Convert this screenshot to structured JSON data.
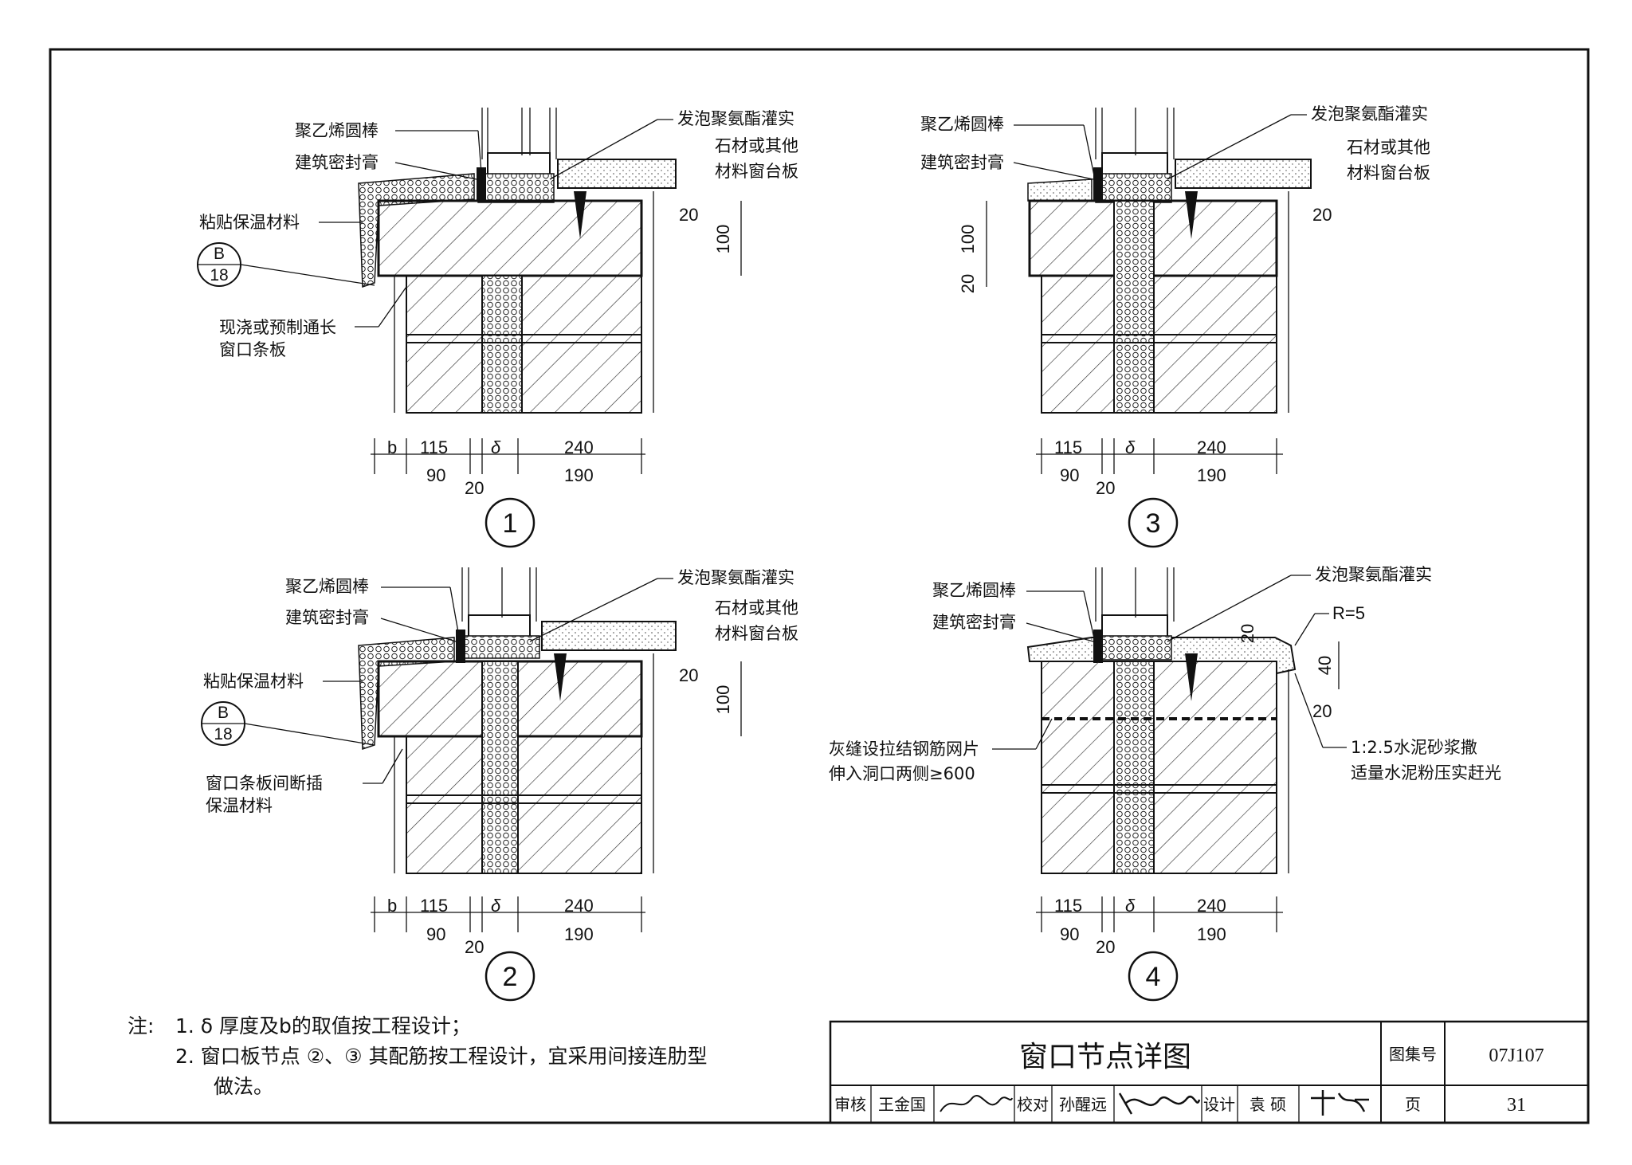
{
  "details": [
    {
      "number": "1",
      "labels_left": [
        "聚乙烯圆棒",
        "建筑密封膏",
        "粘贴保温材料",
        "现浇或预制通长",
        "窗口条板"
      ],
      "ref_top": "B",
      "ref_bottom": "18",
      "labels_right": [
        "发泡聚氨酯灌实",
        "石材或其他",
        "材料窗台板"
      ],
      "dims_vertical": [
        "100",
        "20"
      ],
      "dims_top": [
        "b",
        "115",
        "δ",
        "240"
      ],
      "dims_bottom": [
        "90",
        "20",
        "190"
      ]
    },
    {
      "number": "2",
      "labels_left": [
        "聚乙烯圆棒",
        "建筑密封膏",
        "粘贴保温材料",
        "窗口条板间断插",
        "保温材料"
      ],
      "ref_top": "B",
      "ref_bottom": "18",
      "labels_right": [
        "发泡聚氨酯灌实",
        "石材或其他",
        "材料窗台板"
      ],
      "dims_vertical": [
        "100",
        "20"
      ],
      "dims_top": [
        "b",
        "115",
        "δ",
        "240"
      ],
      "dims_bottom": [
        "90",
        "20",
        "190"
      ]
    },
    {
      "number": "3",
      "labels_left": [
        "聚乙烯圆棒",
        "建筑密封膏"
      ],
      "labels_right": [
        "发泡聚氨酯灌实",
        "石材或其他",
        "材料窗台板"
      ],
      "dims_vertical": [
        "100",
        "20",
        "20"
      ],
      "dims_top": [
        "115",
        "δ",
        "240"
      ],
      "dims_bottom": [
        "90",
        "20",
        "190"
      ]
    },
    {
      "number": "4",
      "labels_left": [
        "聚乙烯圆棒",
        "建筑密封膏",
        "灰缝设拉结钢筋网片",
        "伸入洞口两侧≥600"
      ],
      "labels_right": [
        "发泡聚氨酯灌实",
        "R=5",
        "1:2.5水泥砂浆撒",
        "适量水泥粉压实赶光"
      ],
      "dims_vertical": [
        "20",
        "40",
        "20"
      ],
      "dims_top": [
        "115",
        "δ",
        "240"
      ],
      "dims_bottom": [
        "90",
        "20",
        "190"
      ]
    }
  ],
  "notes": {
    "prefix": "注:",
    "items": [
      "1.  δ 厚度及b的取值按工程设计；",
      "2.  窗口板节点 ②、③ 其配筋按工程设计，宜采用间接连肋型",
      "做法。"
    ]
  },
  "title_block": {
    "title": "窗口节点详图",
    "atlas_label": "图集号",
    "atlas_no": "07J107",
    "page_label": "页",
    "page_no": "31",
    "review_label": "审核",
    "reviewer": "王金国",
    "check_label": "校对",
    "checker": "孙醒远",
    "design_label": "设计",
    "designer": "袁 硕"
  }
}
